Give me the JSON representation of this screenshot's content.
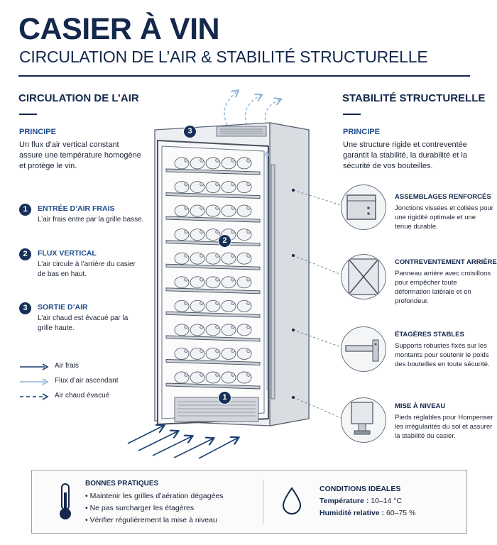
{
  "header": {
    "title": "CASIER À VIN",
    "subtitle": "CIRCULATION DE L’AIR & STABILITÉ STRUCTURELLE"
  },
  "left": {
    "section_title": "CIRCULATION DE L’AIR",
    "principle_label": "PRINCIPE",
    "principle_text": "Un flux d’air vertical constant assure une température homogène et protège le vin.",
    "steps": [
      {
        "num": "1",
        "title": "ENTRÉE D’AIR FRAIS",
        "text": "L’air frais entre par la grille basse."
      },
      {
        "num": "2",
        "title": "FLUX VERTICAL",
        "text": "L’air circule à l’arrière du casier de bas en haut."
      },
      {
        "num": "3",
        "title": "SORTIE D’AIR",
        "text": "L’air chaud est évacué par la grille haute."
      }
    ],
    "legend": [
      {
        "label": "Air frais",
        "color": "#1c3f72"
      },
      {
        "label": "Flux d’air ascendant",
        "color": "#8fb3d8"
      },
      {
        "label": "Air chaud évacué",
        "color": "#1c3f72"
      }
    ]
  },
  "right": {
    "section_title": "STABILITÉ STRUCTURELLE",
    "principle_label": "PRINCIPE",
    "principle_text": "Une structure rigide et contreventée garantit la stabilité, la durabilité et la sécurité de vos bouteilles.",
    "features": [
      {
        "title": "ASSEMBLAGES RENFORCÉS",
        "text": "Jonctions vissées et collées pour une rigidité optimale et une tenue durable."
      },
      {
        "title": "CONTREVENTEMENT ARRIÈRE",
        "text": "Panneau arrière avec croisillons pour empêcher toute déformation latérale et en profondeur."
      },
      {
        "title": "ÉTAGÈRES STABLES",
        "text": "Supports robustes fixés sur les montants pour soutenir le poids des bouteilles en toute sécurité."
      },
      {
        "title": "MISE À NIVEAU",
        "text": "Pieds réglables pour Hompenser les irrégularités du sol et assurer la stabilité du casier."
      }
    ]
  },
  "diagram": {
    "markers": [
      "1",
      "2",
      "3"
    ],
    "shelf_count": 10
  },
  "bottom": {
    "practices_title": "BONNES PRATIQUES",
    "practices": [
      "• Maintenir les grilles d’aération dégagées",
      "• Ne pas surcharger les étagères",
      "• Vérifier régulièrement la mise à niveau"
    ],
    "conditions_title": "CONDITIONS IDÉALES",
    "conditions": [
      {
        "label": "Température :",
        "value": " 10–14 °C"
      },
      {
        "label": "Humidité relative :",
        "value": " 60–75 %"
      }
    ]
  },
  "colors": {
    "navy": "#14284b",
    "accent_blue": "#1c4a8a",
    "light_blue": "#8fb3d8",
    "steel": "#6b7685"
  },
  "icons": [
    "thermometer-icon",
    "water-drop-icon"
  ]
}
